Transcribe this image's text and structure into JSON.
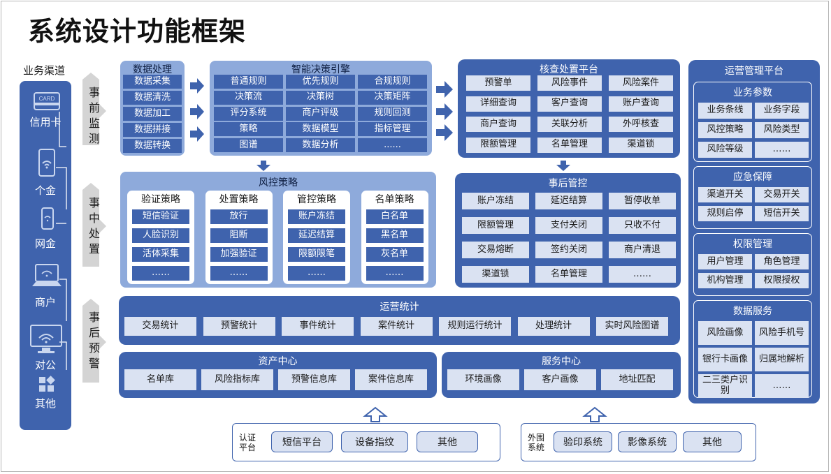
{
  "title": "系统设计功能框架",
  "channels": {
    "heading": "业务渠道",
    "card_text": "CARD",
    "items": [
      "信用卡",
      "个金",
      "网金",
      "商户",
      "对公",
      "其他"
    ]
  },
  "stages": [
    {
      "chars": [
        "事",
        "前",
        "监",
        "测"
      ]
    },
    {
      "chars": [
        "事",
        "中",
        "处",
        "置"
      ]
    },
    {
      "chars": [
        "事",
        "后",
        "预",
        "警"
      ]
    }
  ],
  "data_processing": {
    "title": "数据处理",
    "items": [
      "数据采集",
      "数据清洗",
      "数据加工",
      "数据拼接",
      "数据转换"
    ]
  },
  "decision_engine": {
    "title": "智能决策引擎",
    "items": [
      "普通规则",
      "优先规则",
      "合规规则",
      "决策流",
      "决策树",
      "决策矩阵",
      "评分系统",
      "商户评级",
      "规则回测",
      "策略",
      "数据模型",
      "指标管理",
      "图谱",
      "数据分析",
      "......"
    ]
  },
  "verification_platform": {
    "title": "核查处置平台",
    "items": [
      "预警单",
      "风险事件",
      "风险案件",
      "详细查询",
      "客户查询",
      "账户查询",
      "商户查询",
      "关联分析",
      "外呼核查",
      "限额管理",
      "名单管理",
      "渠道锁"
    ]
  },
  "risk_strategy": {
    "title": "风控策略",
    "groups": [
      {
        "title": "验证策略",
        "items": [
          "短信验证",
          "人脸识别",
          "活体采集",
          "……"
        ]
      },
      {
        "title": "处置策略",
        "items": [
          "放行",
          "阻断",
          "加强验证",
          "……"
        ]
      },
      {
        "title": "管控策略",
        "items": [
          "账户冻结",
          "延迟结算",
          "限额限笔",
          "……"
        ]
      },
      {
        "title": "名单策略",
        "items": [
          "白名单",
          "黑名单",
          "灰名单",
          "……"
        ]
      }
    ]
  },
  "post_control": {
    "title": "事后管控",
    "items": [
      "账户冻结",
      "延迟结算",
      "暂停收单",
      "限额管理",
      "支付关闭",
      "只收不付",
      "交易熔断",
      "签约关闭",
      "商户清退",
      "渠道锁",
      "名单管理",
      "……"
    ]
  },
  "ops_stats": {
    "title": "运营统计",
    "items": [
      "交易统计",
      "预警统计",
      "事件统计",
      "案件统计",
      "规则运行统计",
      "处理统计",
      "实时风险图谱"
    ]
  },
  "asset_center": {
    "title": "资产中心",
    "items": [
      "名单库",
      "风险指标库",
      "预警信息库",
      "案件信息库"
    ]
  },
  "service_center": {
    "title": "服务中心",
    "items": [
      "环境画像",
      "客户画像",
      "地址匹配"
    ]
  },
  "ops_platform": {
    "title": "运营管理平台",
    "sections": [
      {
        "title": "业务参数",
        "items": [
          "业务条线",
          "业务字段",
          "风控策略",
          "风险类型",
          "风险等级",
          "……"
        ]
      },
      {
        "title": "应急保障",
        "items": [
          "渠道开关",
          "交易开关",
          "规则启停",
          "短信开关"
        ]
      },
      {
        "title": "权限管理",
        "items": [
          "用户管理",
          "角色管理",
          "机构管理",
          "权限授权"
        ]
      },
      {
        "title": "数据服务",
        "items": [
          "风险画像",
          "风险手机号",
          "银行卡画像",
          "归属地解析",
          "二三类户识别",
          "……"
        ]
      }
    ]
  },
  "auth_platform": {
    "label": "认证平台",
    "items": [
      "短信平台",
      "设备指纹",
      "其他"
    ]
  },
  "external_system": {
    "label": "外围系统",
    "items": [
      "验印系统",
      "影像系统",
      "其他"
    ]
  },
  "colors": {
    "panel": "#3f63ad",
    "panel_light": "#8eaadb",
    "cell": "#dae2f2",
    "stage": "#d4d4d4"
  }
}
